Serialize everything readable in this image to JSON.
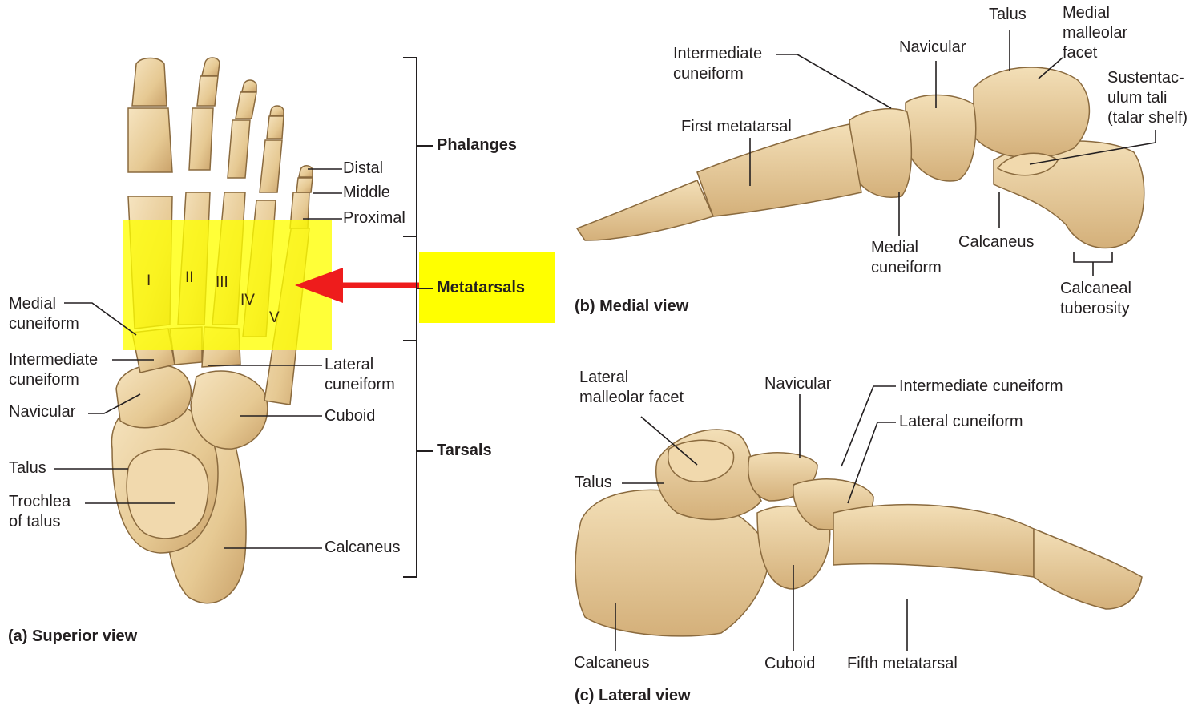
{
  "colors": {
    "bone": "#ecd3a5",
    "bone_shadow": "#c9a56e",
    "bone_outline": "#8a6a3e",
    "highlight": "#ffff00",
    "arrow": "#ee1c1c",
    "leader": "#231f20"
  },
  "panel_a": {
    "caption_letter": "(a)",
    "caption_text": "Superior view",
    "group_phalanges": "Phalanges",
    "group_metatarsals": "Metatarsals",
    "group_tarsals": "Tarsals",
    "distal": "Distal",
    "middle": "Middle",
    "proximal": "Proximal",
    "medial_cuneiform": [
      "Medial",
      "cuneiform"
    ],
    "intermediate_cuneiform": [
      "Intermediate",
      "cuneiform"
    ],
    "navicular": "Navicular",
    "talus": "Talus",
    "trochlea": [
      "Trochlea",
      "of talus"
    ],
    "lateral_cuneiform": [
      "Lateral",
      "cuneiform"
    ],
    "cuboid": "Cuboid",
    "calcaneus": "Calcaneus",
    "roman": [
      "I",
      "II",
      "III",
      "IV",
      "V"
    ]
  },
  "panel_b": {
    "caption_letter": "(b)",
    "caption_text": "Medial view",
    "intermediate_cuneiform": [
      "Intermediate",
      "cuneiform"
    ],
    "navicular": "Navicular",
    "talus": "Talus",
    "medial_malleolar_facet": [
      "Medial",
      "malleolar",
      "facet"
    ],
    "sustentaculum": [
      "Sustentac-",
      "ulum tali",
      "(talar shelf)"
    ],
    "first_metatarsal": "First metatarsal",
    "medial_cuneiform": [
      "Medial",
      "cuneiform"
    ],
    "calcaneus": "Calcaneus",
    "calcaneal_tuberosity": [
      "Calcaneal",
      "tuberosity"
    ]
  },
  "panel_c": {
    "caption_letter": "(c)",
    "caption_text": "Lateral view",
    "lateral_malleolar_facet": [
      "Lateral",
      "malleolar facet"
    ],
    "navicular": "Navicular",
    "intermediate_cuneiform": "Intermediate cuneiform",
    "lateral_cuneiform": "Lateral cuneiform",
    "talus": "Talus",
    "calcaneus": "Calcaneus",
    "cuboid": "Cuboid",
    "fifth_metatarsal": "Fifth metatarsal"
  }
}
